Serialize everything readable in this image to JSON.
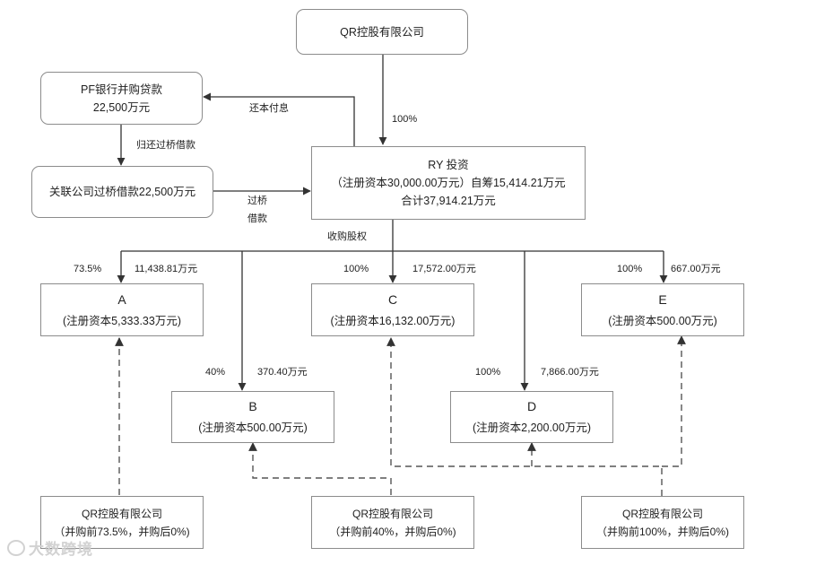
{
  "nodes": {
    "qr_top": {
      "line1": "QR控股有限公司"
    },
    "pf_bank": {
      "line1": "PF银行并购贷款",
      "line2": "22,500万元"
    },
    "related": {
      "line1": "关联公司过桥借款22,500万元"
    },
    "ry": {
      "line1": "RY 投资",
      "line2": "（注册资本30,000.00万元）自筹15,414.21万元",
      "line3": "合计37,914.21万元"
    },
    "a": {
      "line1": "A",
      "line2": "(注册资本5,333.33万元)"
    },
    "b": {
      "line1": "B",
      "line2": "(注册资本500.00万元)"
    },
    "c": {
      "line1": "C",
      "line2": "(注册资本16,132.00万元)"
    },
    "d": {
      "line1": "D",
      "line2": "(注册资本2,200.00万元)"
    },
    "e": {
      "line1": "E",
      "line2": "(注册资本500.00万元)"
    },
    "qr_bottom_1": {
      "line1": "QR控股有限公司",
      "line2": "（并购前73.5%，并购后0%)"
    },
    "qr_bottom_2": {
      "line1": "QR控股有限公司",
      "line2": "（并购前40%，并购后0%)"
    },
    "qr_bottom_3": {
      "line1": "QR控股有限公司",
      "line2": "（并购前100%，并购后0%)"
    }
  },
  "edge_labels": {
    "qr_to_ry": "100%",
    "repay": "还本付息",
    "return_bridge": "归还过桥借款",
    "bridge_1": "过桥",
    "bridge_2": "借款",
    "acquire": "收购股权",
    "a_pct": "73.5%",
    "a_amt": "11,438.81万元",
    "b_pct": "40%",
    "b_amt": "370.40万元",
    "c_pct": "100%",
    "c_amt": "17,572.00万元",
    "d_pct": "100%",
    "d_amt": "7,866.00万元",
    "e_pct": "100%",
    "e_amt": "667.00万元"
  },
  "watermark": "大数跨境",
  "colors": {
    "line": "#333333",
    "border": "#8c8c8c",
    "watermark": "#d2d2d2"
  }
}
